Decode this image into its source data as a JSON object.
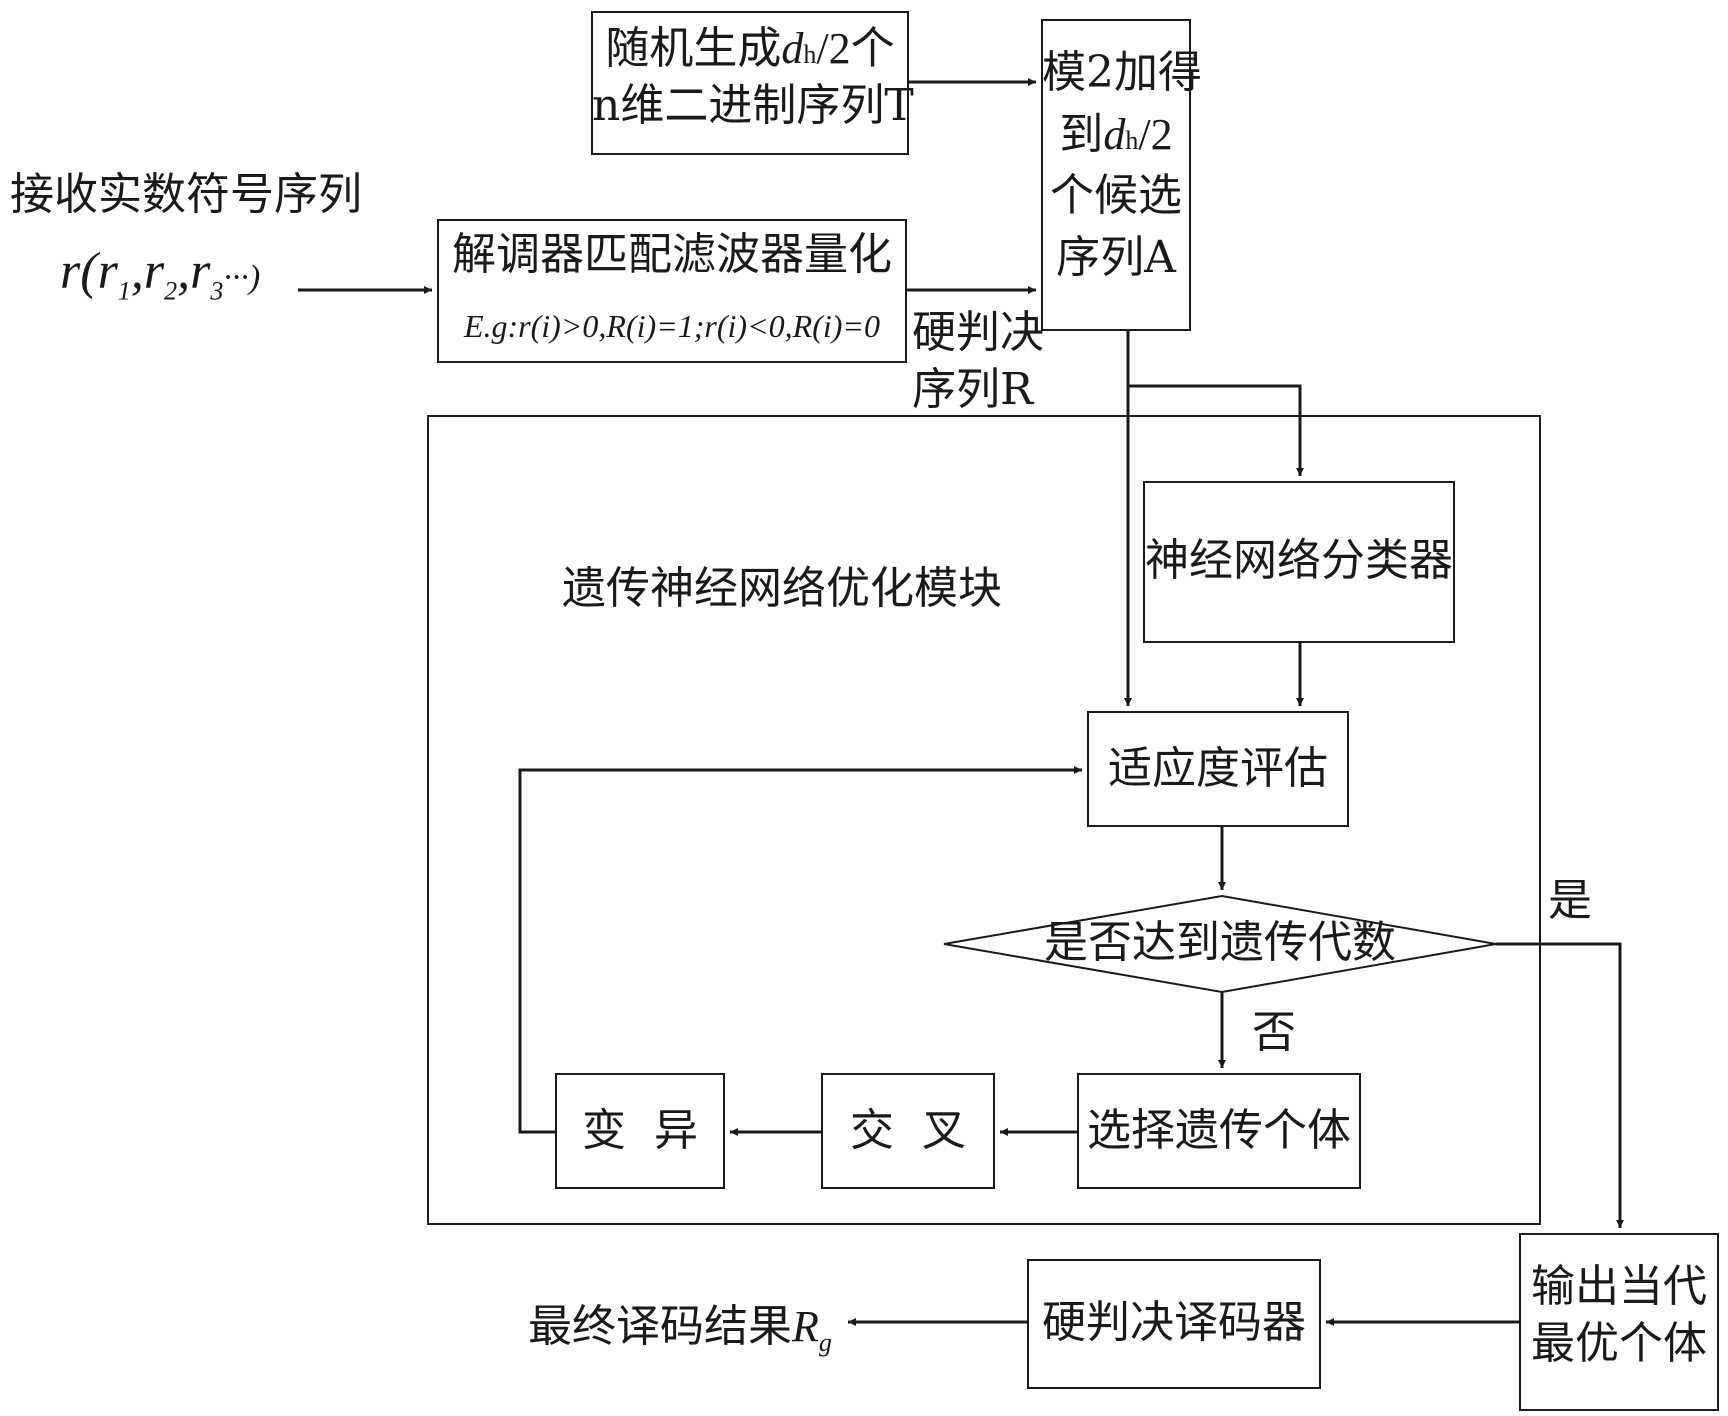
{
  "input": {
    "title": "接收实数符号序列",
    "seq_r": "r",
    "seq_open": "(",
    "seq_r1": "r",
    "seq_sub1": "1",
    "seq_comma1": ",",
    "seq_r2": "r",
    "seq_sub2": "2",
    "seq_comma2": ",",
    "seq_r3": "r",
    "seq_sub3": "3",
    "seq_tail": "···)"
  },
  "random_gen": {
    "line1_pre": "随机生成",
    "line1_d": "d",
    "line1_h": "h",
    "line1_post": "/2个",
    "line2": "n维二进制序列T"
  },
  "demod": {
    "title": "解调器匹配滤波器量化",
    "rule": "E.g:r(i)>0,R(i)=1;r(i)<0,R(i)=0"
  },
  "hard_seq_label": {
    "line1": "硬判决",
    "line2": "序列R"
  },
  "mod2": {
    "line1": "模2加得",
    "line2_pre": "到",
    "line2_d": "d",
    "line2_h": "h",
    "line2_post": "/2",
    "line3": "个候选",
    "line4": "序列A"
  },
  "module": {
    "title": "遗传神经网络优化模块",
    "nn_classifier": "神经网络分类器",
    "fitness": "适应度评估",
    "decision": "是否达到遗传代数",
    "yes": "是",
    "no": "否",
    "select": "选择遗传个体",
    "crossover": "交  叉",
    "mutation": "变  异"
  },
  "output_best": {
    "line1": "输出当代",
    "line2": "最优个体"
  },
  "decoder": "硬判决译码器",
  "result": {
    "label": "最终译码结果",
    "R": "R",
    "sub": "g"
  }
}
